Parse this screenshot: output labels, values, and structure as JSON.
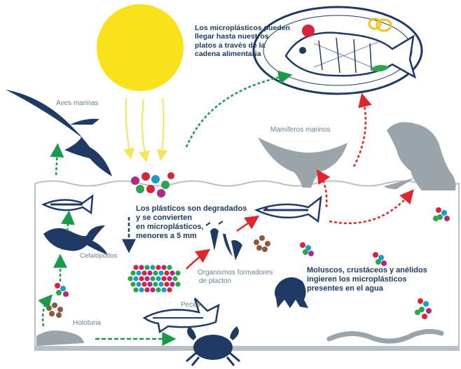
{
  "labels": {
    "aves_marinas": "Aves marinas",
    "microplasticos_plato": [
      "Los microplásticos pueden",
      "llegar hasta nuestros",
      "platos a través de la",
      "cadena alimentaria"
    ],
    "mamiferos_marinos": "Mamíferos marinos",
    "plasticos_degradados": [
      "Los plásticos son degradados",
      "y se convierten",
      "en microplásticos,",
      "menores a 5 mm"
    ],
    "cefalopodos": "Cefalópodos",
    "organismos_placton": [
      "Organismos formadores",
      "de placton"
    ],
    "moluscos": [
      "Moluscos, crustáceos y anélidos",
      "ingieren los microplásticos",
      "presentes en el agua"
    ],
    "peces": "Peces",
    "holoturia": "Holoturia"
  },
  "colors": {
    "sun": "#f9e21b",
    "navy": "#1f3a64",
    "grey": "#9ba3ab",
    "green_arrow": "#1a9a4a",
    "red_arrow": "#e0252d",
    "yellow_arrow": "#f2e65a",
    "micro_red": "#d8243a",
    "micro_teal": "#1e9ac8",
    "micro_green": "#2ea34e",
    "micro_magenta": "#b02785",
    "micro_brown": "#8b5a3a"
  }
}
